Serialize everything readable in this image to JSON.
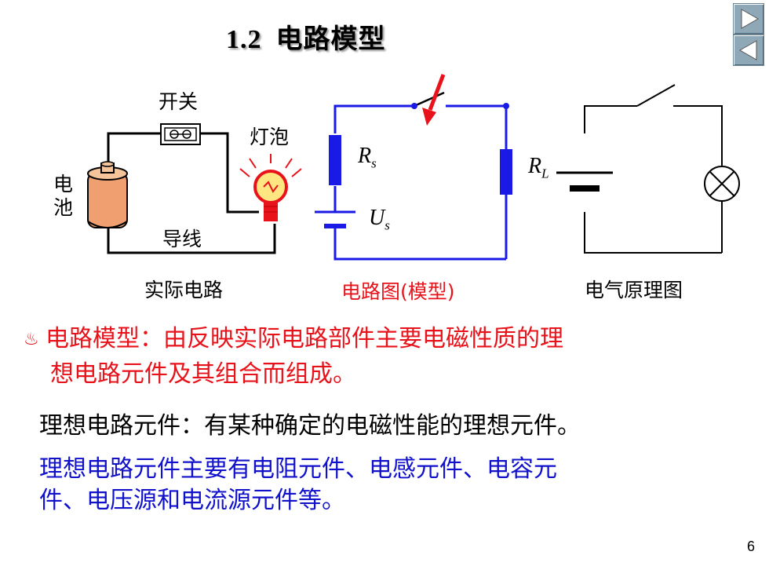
{
  "title": {
    "number": "1.2",
    "text": "电路模型"
  },
  "figure": {
    "switch_label": "开关",
    "bulb_label": "灯泡",
    "battery_label": "电池",
    "wire_label": "导线",
    "rs_symbol": "R",
    "rs_sub": "s",
    "us_symbol": "U",
    "us_sub": "s",
    "rl_symbol": "R",
    "rl_sub": "L",
    "caption_actual": "实际电路",
    "caption_model": "电路图(模型)",
    "caption_schematic": "电气原理图"
  },
  "body": {
    "model_def_line1": "电路模型：由反映实际电路部件主要电磁性质的理",
    "model_def_line2": "想电路元件及其组合而组成。",
    "ideal_def": "理想电路元件：有某种确定的电磁性能的理想元件。",
    "elements_line1": "理想电路元件主要有电阻元件、电感元件、电容元",
    "elements_line2": "件、电压源和电流源元件等。"
  },
  "page_number": "6",
  "colors": {
    "red": "#e8121b",
    "blue": "#1111cc",
    "circuit_blue": "#1a1ae6",
    "battery_orange": "#f0a070"
  }
}
